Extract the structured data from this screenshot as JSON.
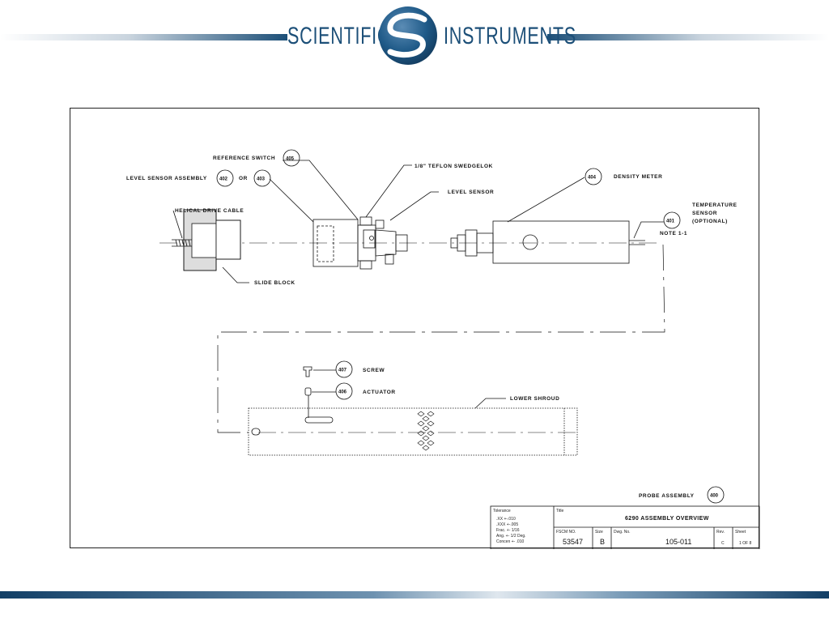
{
  "header": {
    "brand_left": "SCIENTIFIC",
    "brand_right": "INSTRUMENTS",
    "logo_icon": "si-logo-icon",
    "brand_color": "#1c4f78"
  },
  "drawing": {
    "labels": {
      "reference_switch": "REFERENCE SWITCH",
      "level_sensor_assembly": "LEVEL SENSOR ASSEMBLY",
      "or": "OR",
      "teflon_swedgelok": "1/8\" TEFLON SWEDGELOK",
      "level_sensor": "LEVEL SENSOR",
      "density_meter": "DENSITY METER",
      "temperature": "TEMPERATURE",
      "sensor": "SENSOR",
      "optional": "(OPTIONAL)",
      "note": "NOTE 1-1",
      "helical_drive_cable": "HELICAL DRIVE CABLE",
      "slide_block": "SLIDE BLOCK",
      "screw": "SCREW",
      "actuator": "ACTUATOR",
      "lower_shroud": "LOWER SHROUD",
      "probe_assembly": "PROBE ASSEMBLY"
    },
    "balloons": {
      "reference_switch": "405",
      "level_sensor_a": "402",
      "level_sensor_b": "403",
      "density_meter": "404",
      "temperature_sensor": "401",
      "screw": "407",
      "actuator": "406",
      "probe_assembly": "400"
    },
    "title_block": {
      "tolerance_header": "Tolerance",
      "tolerance_lines": [
        ".XX +-.010",
        ".XXX +-.005",
        "Frac. +- 1/16",
        "Ang. +- 1/2 Deg.",
        "Concen +- .010"
      ],
      "title_label": "Title",
      "title": "6290 ASSEMBLY OVERVIEW",
      "fscm_label": "FSCM NO.",
      "fscm": "53547",
      "size_label": "Size",
      "size": "B",
      "dwg_label": "Dwg. No.",
      "dwg": "105-011",
      "rev_label": "Rev.",
      "rev": "C",
      "sheet_label": "Sheet",
      "sheet": "1 OF 8"
    }
  }
}
